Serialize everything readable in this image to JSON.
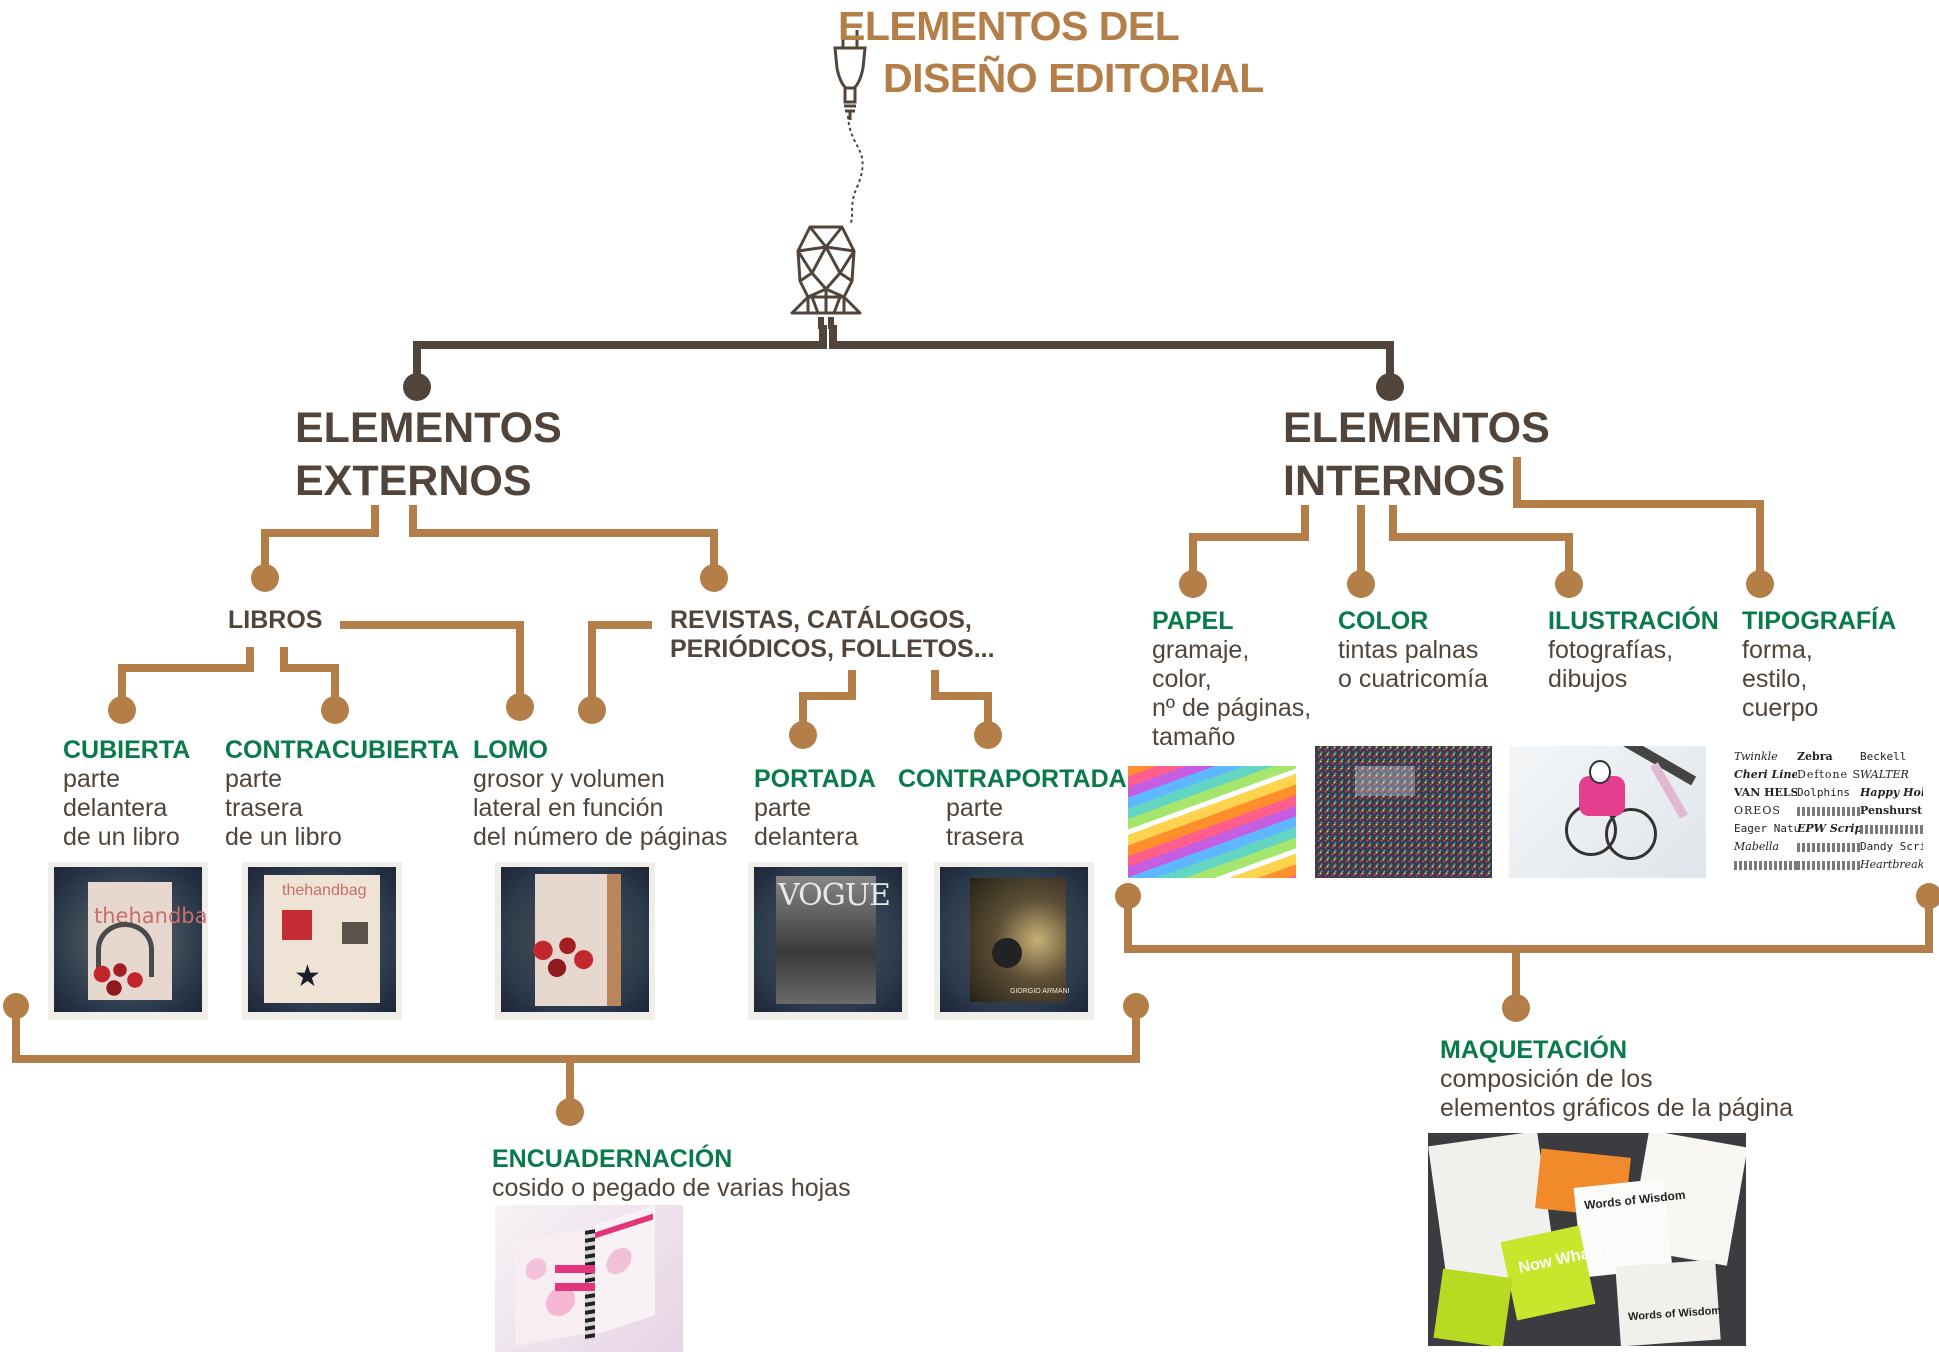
{
  "title": {
    "line1": "ELEMENTOS DEL",
    "line2": "DISEÑO EDITORIAL"
  },
  "colors": {
    "wire": "#b37e47",
    "trunk": "#51453b",
    "label_green": "#0a7a4b",
    "text_brown": "#51453b"
  },
  "icons": {
    "plug": "plug-icon",
    "bulb": "geometric-bulb-icon"
  },
  "externos": {
    "title_line1": "ELEMENTOS",
    "title_line2": "EXTERNOS",
    "libros": "LIBROS",
    "revistas_line1": "REVISTAS, CATÁLOGOS,",
    "revistas_line2": "PERIÓDICOS, FOLLETOS...",
    "cubierta": {
      "label": "CUBIERTA",
      "desc": "parte\ndelantera\nde un libro"
    },
    "contracubierta": {
      "label": "CONTRACUBIERTA",
      "desc": "parte\ntrasera\nde un libro"
    },
    "lomo": {
      "label": "LOMO",
      "desc": "grosor y volumen\nlateral en función\ndel número de páginas"
    },
    "portada": {
      "label": "PORTADA",
      "desc": "parte\ndelantera"
    },
    "contraportada": {
      "label": "CONTRAPORTADA",
      "desc": "parte\ntrasera"
    },
    "encuadernacion": {
      "label": "ENCUADERNACIÓN",
      "desc": "cosido o pegado de varias hojas"
    }
  },
  "internos": {
    "title_line1": "ELEMENTOS",
    "title_line2": "INTERNOS",
    "papel": {
      "label": "PAPEL",
      "desc": "gramaje,\ncolor,\nnº de páginas,\ntamaño"
    },
    "color": {
      "label": "COLOR",
      "desc": "tintas palnas\no cuatricomía"
    },
    "ilustracion": {
      "label": "ILUSTRACIÓN",
      "desc": "fotografías,\ndibujos"
    },
    "tipografia": {
      "label": "TIPOGRAFÍA",
      "desc": "forma,\nestilo,\ncuerpo"
    },
    "maquetacion": {
      "label": "MAQUETACIÓN",
      "desc": "composición de los\nelementos gráficos de la página"
    }
  },
  "photo_texts": {
    "handbag_cover": "thehandbag",
    "handbag_back": "thehandbag",
    "vogue": "VOGUE",
    "giorgio": "GIORGIO ARMANI",
    "typefaces": [
      "Twinkle",
      "Zebra",
      "Beckell",
      "Cheri Liney",
      "Deftone Stylus",
      "WALTER",
      "VAN HELSING",
      "Dolphins",
      "Happy Hollow",
      "OREOS",
      "",
      "Penshurst",
      "Eager Naturalist",
      "EPW Script",
      "",
      "Mabella",
      "",
      "Dandy Script",
      "",
      "",
      "Heartbreaker"
    ],
    "magazine": [
      "Words of Wisdom",
      "Now What?",
      "Words of Wisdom"
    ]
  }
}
